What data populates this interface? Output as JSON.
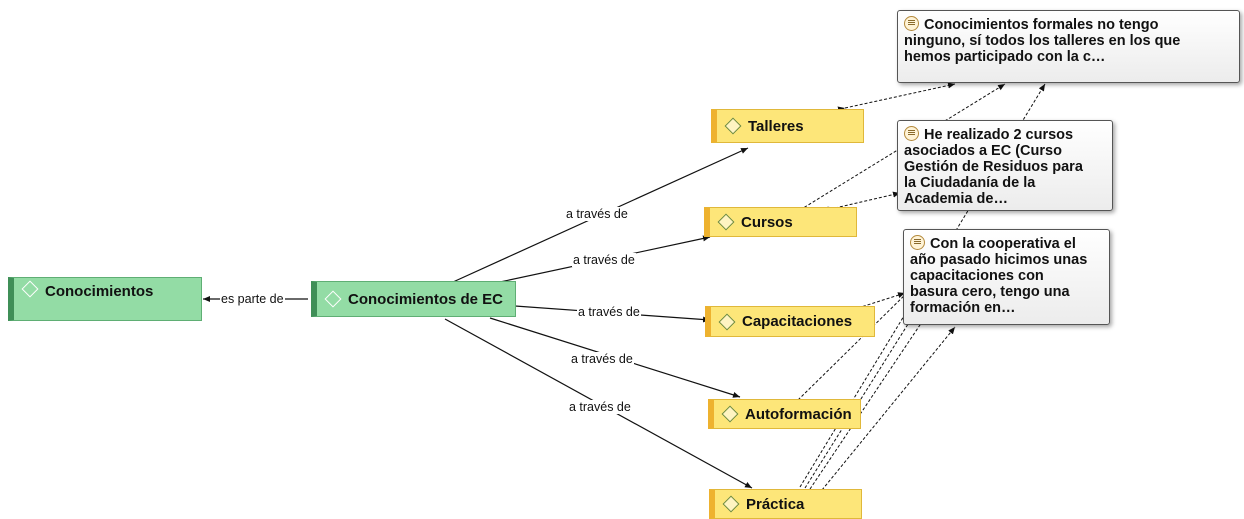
{
  "nodes": {
    "conocimientos": "Conocimientos",
    "conocimientos_ec": "Conocimientos de EC",
    "talleres": "Talleres",
    "cursos": "Cursos",
    "capacitaciones": "Capacitaciones",
    "autoformacion": "Autoformación",
    "practica": "Práctica"
  },
  "memos": {
    "memo1": {
      "lines": [
        "Conocimientos formales no tengo",
        "ninguno, sí todos los talleres en los que",
        "hemos participado con la c…"
      ]
    },
    "memo2": {
      "lines": [
        "He realizado 2 cursos",
        "asociados a EC (Curso",
        "Gestión de Residuos para",
        "la Ciudadanía de la",
        "Academia de…"
      ]
    },
    "memo3": {
      "lines": [
        "Con la cooperativa el",
        "año pasado hicimos unas",
        "capacitaciones con",
        "basura cero, tengo una",
        "formación en…"
      ]
    }
  },
  "edge_labels": {
    "es_parte_de": "es parte de",
    "talleres": "a través de",
    "cursos": "a través de",
    "capacitaciones": "a través de",
    "autoformacion": "a través de",
    "practica": "a través de"
  },
  "colors": {
    "code_green": "#93dca5",
    "code_yellow": "#fde679",
    "link": "#111111"
  }
}
